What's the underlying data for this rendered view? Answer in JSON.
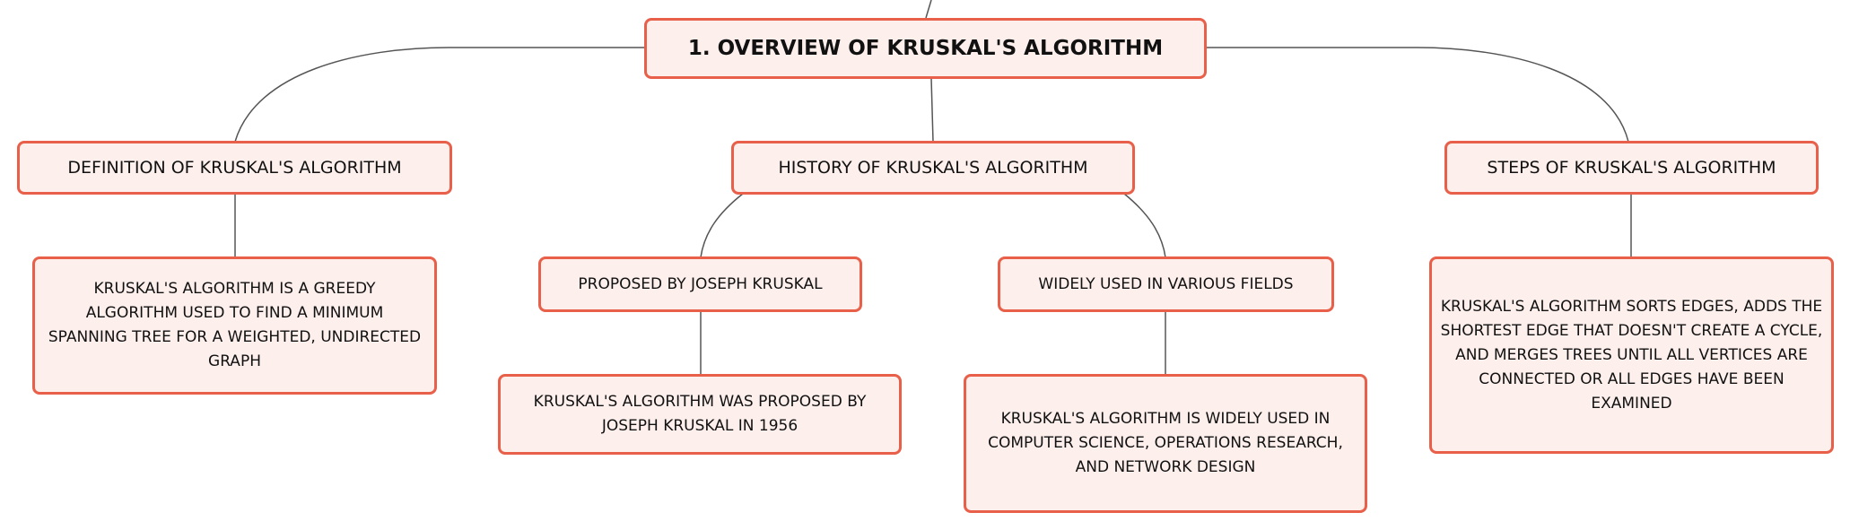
{
  "diagram": {
    "root": {
      "label": "1. OVERVIEW OF KRUSKAL'S ALGORITHM"
    },
    "definition": {
      "label": "DEFINITION OF KRUSKAL'S ALGORITHM",
      "detail": "KRUSKAL'S ALGORITHM IS A GREEDY ALGORITHM USED TO FIND A MINIMUM SPANNING TREE FOR A WEIGHTED, UNDIRECTED GRAPH"
    },
    "history": {
      "label": "HISTORY OF KRUSKAL'S ALGORITHM",
      "proposed": {
        "label": "PROPOSED BY JOSEPH KRUSKAL",
        "detail": "KRUSKAL'S ALGORITHM WAS PROPOSED BY JOSEPH KRUSKAL IN 1956"
      },
      "used": {
        "label": "WIDELY USED IN VARIOUS FIELDS",
        "detail": "KRUSKAL'S ALGORITHM IS WIDELY USED IN COMPUTER SCIENCE, OPERATIONS RESEARCH, AND NETWORK DESIGN"
      }
    },
    "steps": {
      "label": "STEPS OF KRUSKAL'S ALGORITHM",
      "detail": "KRUSKAL'S ALGORITHM SORTS EDGES, ADDS THE SHORTEST EDGE THAT DOESN'T CREATE A CYCLE, AND MERGES TREES UNTIL ALL VERTICES ARE CONNECTED OR ALL EDGES HAVE BEEN EXAMINED"
    }
  },
  "colors": {
    "node_fill": "#fdefec",
    "node_border": "#e8604a",
    "connector": "#555555",
    "text": "#111111"
  }
}
